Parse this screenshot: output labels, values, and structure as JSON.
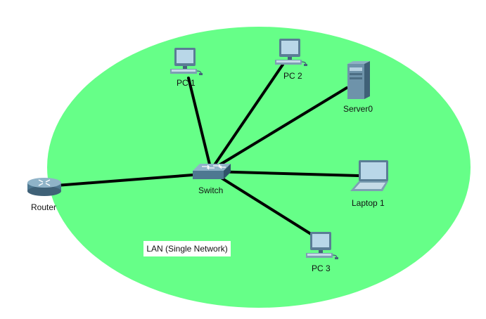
{
  "colors": {
    "lan_fill": "#66ff88",
    "link": "#000000"
  },
  "lan_label": "LAN (Single Network)",
  "devices": {
    "router": {
      "label": "Router",
      "icon": "router-icon"
    },
    "switch": {
      "label": "Switch",
      "icon": "switch-icon"
    },
    "pc1": {
      "label": "PC 1",
      "icon": "pc-icon"
    },
    "pc2": {
      "label": "PC 2",
      "icon": "pc-icon"
    },
    "pc3": {
      "label": "PC 3",
      "icon": "pc-icon"
    },
    "server0": {
      "label": "Server0",
      "icon": "server-icon"
    },
    "laptop1": {
      "label": "Laptop 1",
      "icon": "laptop-icon"
    }
  },
  "links": [
    {
      "from": "Switch",
      "to": "Router"
    },
    {
      "from": "Switch",
      "to": "PC 1"
    },
    {
      "from": "Switch",
      "to": "PC 2"
    },
    {
      "from": "Switch",
      "to": "Server0"
    },
    {
      "from": "Switch",
      "to": "Laptop 1"
    },
    {
      "from": "Switch",
      "to": "PC 3"
    }
  ]
}
